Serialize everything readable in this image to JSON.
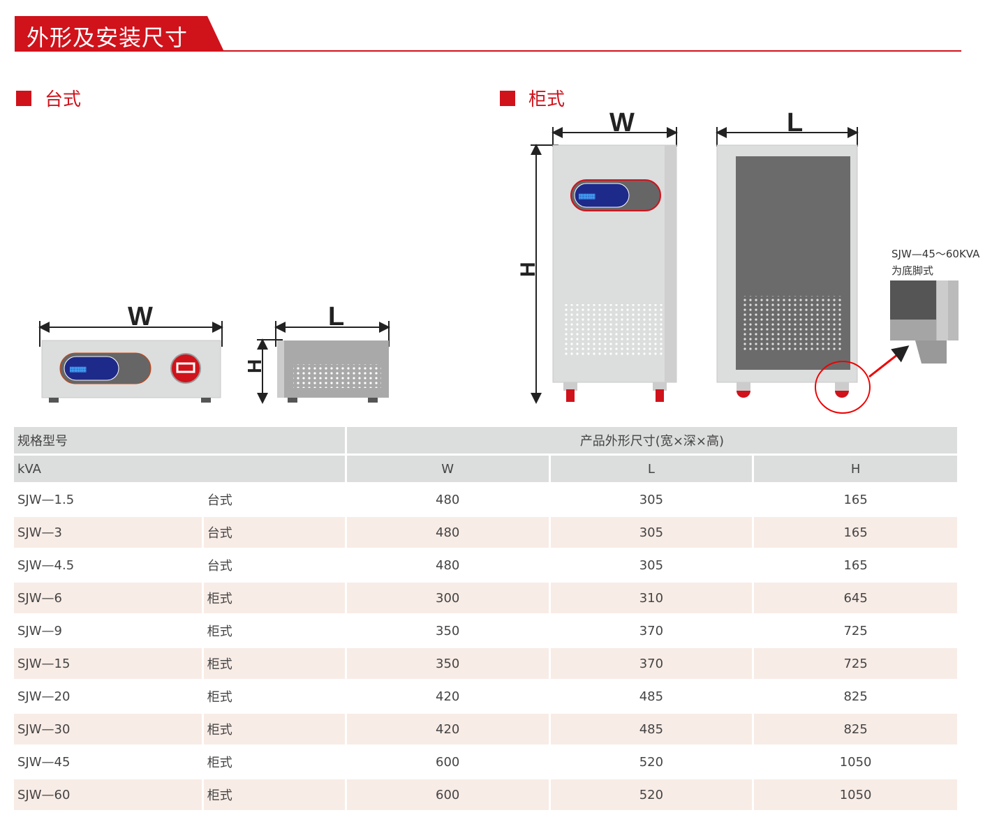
{
  "title": "外形及安装尺寸",
  "sections": {
    "desktop": "台式",
    "cabinet": "柜式"
  },
  "dims": {
    "w": "W",
    "l": "L",
    "h": "H"
  },
  "note": {
    "line1": "SJW—45～60KVA",
    "line2": "为底脚式"
  },
  "table": {
    "header1": {
      "model": "规格型号",
      "size": "产品外形尺寸(宽×深×高)"
    },
    "header2": {
      "kva": "kVA",
      "w": "W",
      "l": "L",
      "h": "H"
    },
    "rows": [
      {
        "model": "SJW—1.5",
        "type": "台式",
        "w": "480",
        "l": "305",
        "h": "165"
      },
      {
        "model": "SJW—3",
        "type": "台式",
        "w": "480",
        "l": "305",
        "h": "165"
      },
      {
        "model": "SJW—4.5",
        "type": "台式",
        "w": "480",
        "l": "305",
        "h": "165"
      },
      {
        "model": "SJW—6",
        "type": "柜式",
        "w": "300",
        "l": "310",
        "h": "645"
      },
      {
        "model": "SJW—9",
        "type": "柜式",
        "w": "350",
        "l": "370",
        "h": "725"
      },
      {
        "model": "SJW—15",
        "type": "柜式",
        "w": "350",
        "l": "370",
        "h": "725"
      },
      {
        "model": "SJW—20",
        "type": "柜式",
        "w": "420",
        "l": "485",
        "h": "825"
      },
      {
        "model": "SJW—30",
        "type": "柜式",
        "w": "420",
        "l": "485",
        "h": "825"
      },
      {
        "model": "SJW—45",
        "type": "柜式",
        "w": "600",
        "l": "520",
        "h": "1050"
      },
      {
        "model": "SJW—60",
        "type": "柜式",
        "w": "600",
        "l": "520",
        "h": "1050"
      }
    ]
  },
  "colors": {
    "accent": "#d0121b",
    "header": "#dcdddd",
    "alt_row": "#f8ece6"
  }
}
